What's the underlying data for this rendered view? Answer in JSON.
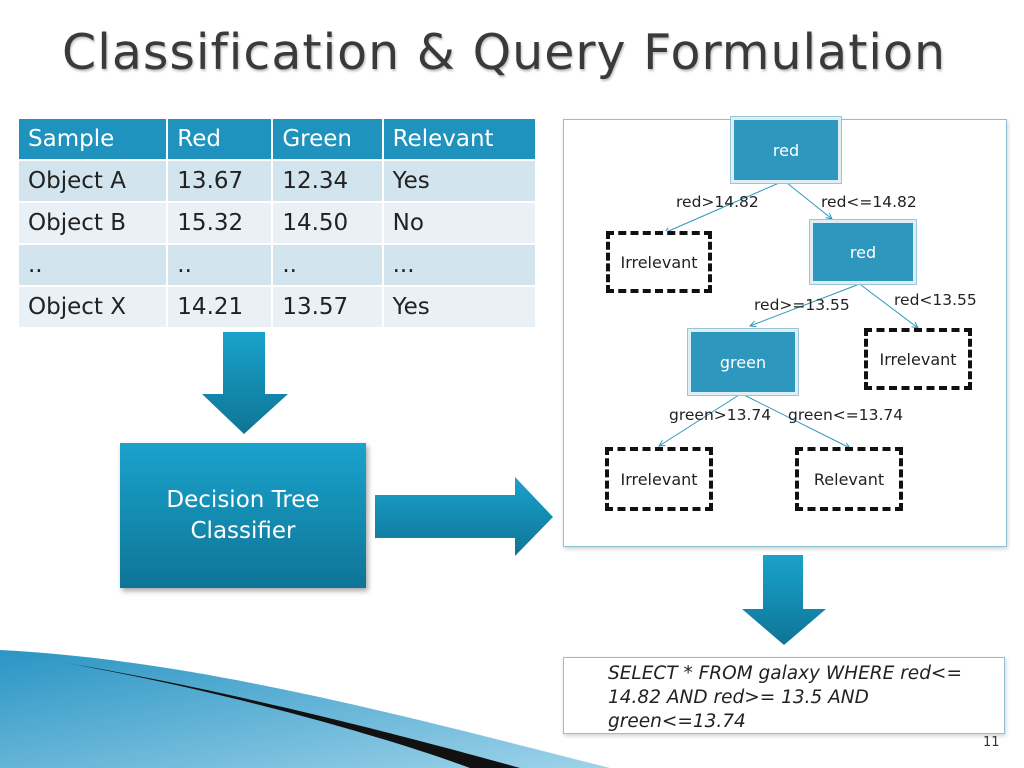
{
  "slide": {
    "title": "Classification & Query Formulation",
    "page_number": "11"
  },
  "table": {
    "headers": [
      "Sample",
      "Red",
      "Green",
      "Relevant"
    ],
    "rows": [
      [
        "Object A",
        "13.67",
        "12.34",
        "Yes"
      ],
      [
        "Object B",
        "15.32",
        "14.50",
        "No"
      ],
      [
        "..",
        "..",
        "..",
        "..."
      ],
      [
        "Object X",
        "14.21",
        "13.57",
        "Yes"
      ]
    ]
  },
  "classifier": {
    "line1": "Decision Tree",
    "line2": "Classifier"
  },
  "tree": {
    "root": "red",
    "root_left_edge": "red>14.82",
    "root_right_edge": "red<=14.82",
    "leaf_1": "Irrelevant",
    "node_2": "red",
    "node_2_left_edge": "red>=13.55",
    "node_2_right_edge": "red<13.55",
    "leaf_2": "Irrelevant",
    "node_3": "green",
    "node_3_left_edge": "green>13.74",
    "node_3_right_edge": "green<=13.74",
    "leaf_3": "Irrelevant",
    "leaf_4": "Relevant"
  },
  "query": {
    "text": "SELECT * FROM galaxy WHERE red<= 14.82 AND red>= 13.5 AND green<=13.74"
  },
  "colors": {
    "accent": "#1f93bd",
    "node": "#2e97bd",
    "arrow_top": "#1aa2cc",
    "arrow_bottom": "#0e7596"
  }
}
